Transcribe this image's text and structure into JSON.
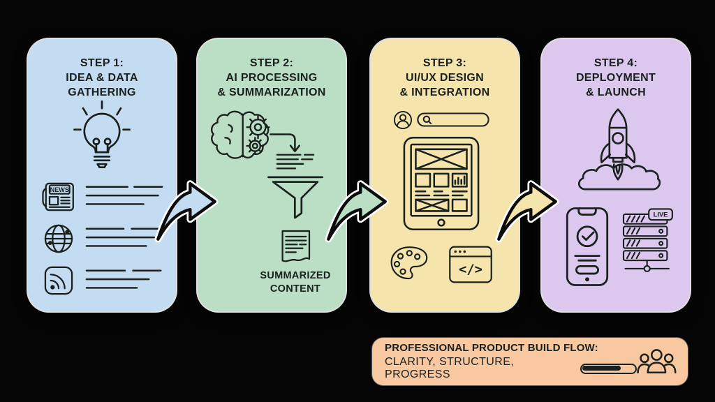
{
  "colors": {
    "background": "#050505",
    "ink": "#1a201d",
    "card1": "#c4dcf2",
    "card2": "#badfc4",
    "card3": "#f5e5ac",
    "card4": "#dcc8ee",
    "banner": "#f8c9a1",
    "outline": "#0b0b0b",
    "halo": "#ffffff"
  },
  "steps": [
    {
      "step": "1",
      "title": "STEP 1:\nIDEA & DATA\nGATHERING",
      "card_color": "#c4dcf2",
      "icons": [
        "lightbulb-idea-icon",
        "newspaper-icon",
        "globe-icon",
        "rss-feed-icon",
        "text-lines"
      ],
      "labels": {
        "news": "NEWS"
      }
    },
    {
      "step": "2",
      "title": "STEP 2:\nAI PROCESSING\n& SUMMARIZATION",
      "card_color": "#badfc4",
      "icons": [
        "brain-gears-icon",
        "elbow-arrow-icon",
        "text-lines",
        "funnel-icon",
        "summary-document-icon"
      ],
      "caption": "SUMMARIZED\nCONTENT"
    },
    {
      "step": "3",
      "title": "STEP 3:\nUI/UX DESIGN\n& INTEGRATION",
      "card_color": "#f5e5ac",
      "icons": [
        "user-avatar-icon",
        "search-bar-icon",
        "tablet-wireframe-icon",
        "paint-palette-icon",
        "code-window-icon"
      ],
      "labels": {
        "code": "</>"
      }
    },
    {
      "step": "4",
      "title": "STEP 4:\nDEPLOYMENT\n& LAUNCH",
      "card_color": "#dcc8ee",
      "icons": [
        "rocket-launch-icon",
        "launch-cloud-icon",
        "phone-approved-icon",
        "server-rack-icon",
        "network-node-icon"
      ],
      "labels": {
        "live": "LIVE"
      }
    }
  ],
  "connectors": [
    {
      "from": 1,
      "to": 2,
      "shape": "curved-swoosh-arrow",
      "color": "#c4dcf2"
    },
    {
      "from": 2,
      "to": 3,
      "shape": "curved-swoosh-arrow",
      "color": "#badfc4"
    },
    {
      "from": 3,
      "to": 4,
      "shape": "curved-swoosh-arrow",
      "color": "#f5e5ac"
    }
  ],
  "banner": {
    "title": "PROFESSIONAL PRODUCT BUILD FLOW:",
    "subtitle": "CLARITY, STRUCTURE, PROGRESS",
    "progress_percent": 70,
    "icons": [
      "progress-bar",
      "team-icon"
    ]
  }
}
